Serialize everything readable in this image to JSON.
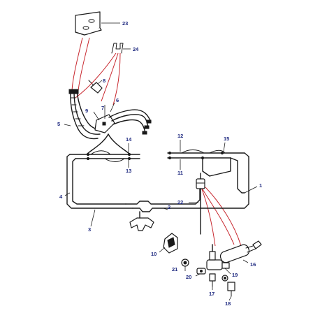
{
  "colors": {
    "line": "#1a1a1a",
    "leader": "#c8282f",
    "label": "#1f2a80",
    "background": "#ffffff"
  },
  "labels": {
    "n1": "1",
    "n2": "2",
    "n3": "3",
    "n4": "4",
    "n5": "5",
    "n6": "6",
    "n7": "7",
    "n8": "8",
    "n9": "9",
    "n10": "10",
    "n11": "11",
    "n12": "12",
    "n13": "13",
    "n14": "14",
    "n15": "15",
    "n16": "16",
    "n17": "17",
    "n18": "18",
    "n19": "19",
    "n20": "20",
    "n21": "21",
    "n22": "22",
    "n23": "23",
    "n24": "24"
  }
}
